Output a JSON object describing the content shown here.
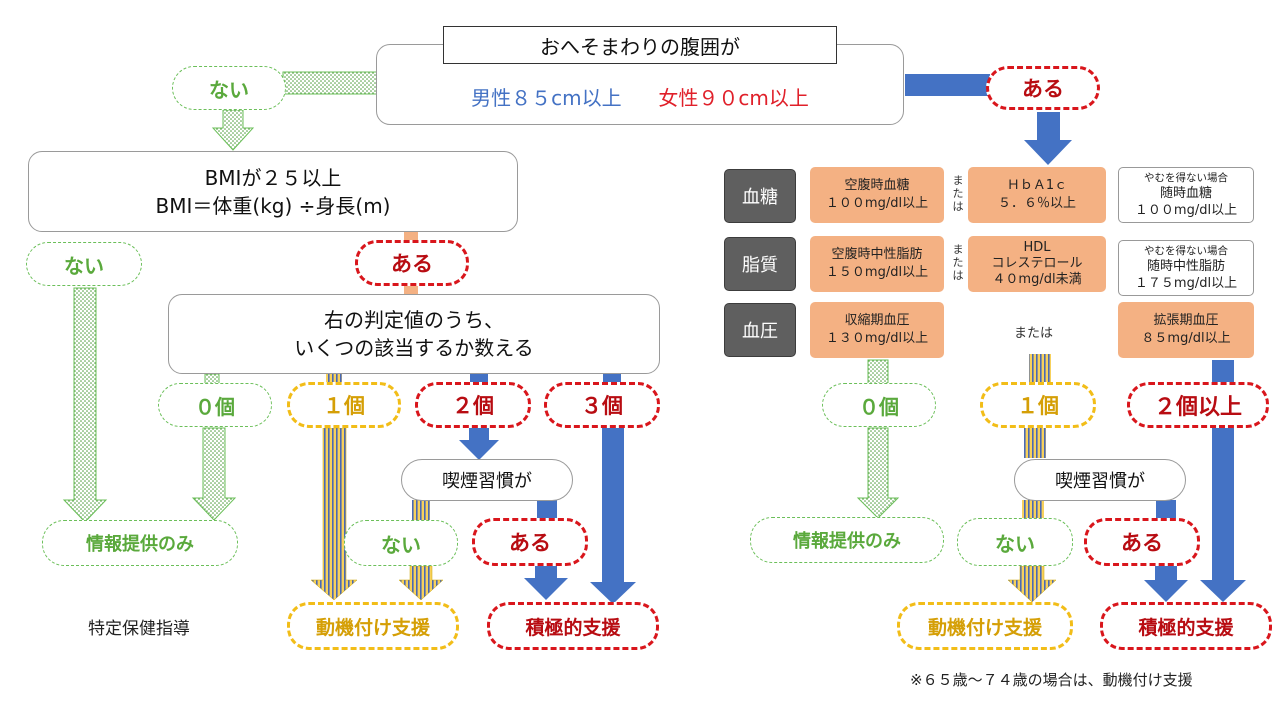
{
  "top": {
    "line1": "おへそまわりの腹囲が",
    "male": "男性８５cm以上",
    "female": "女性９０cm以上",
    "no": "ない",
    "yes": "ある"
  },
  "left": {
    "bmi_line1": "BMIが２５以上",
    "bmi_line2": "BMI＝体重(kg) ÷身長(m)",
    "no": "ない",
    "yes": "ある",
    "count_line1": "右の判定値のうち、",
    "count_line2": "いくつの該当するか数える",
    "c0": "０個",
    "c1": "１個",
    "c2": "２個",
    "c3": "３個",
    "smoke": "喫煙習慣が",
    "smoke_no": "ない",
    "smoke_yes": "ある",
    "info_only": "情報提供のみ",
    "motivation": "動機付け支援",
    "active": "積極的支援",
    "program_name": "特定保健指導"
  },
  "criteria": {
    "blood_sugar": {
      "label": "血糖",
      "a1": "空腹時血糖",
      "a2": "１００mg/dl以上",
      "or": "または",
      "b1": "ＨｂＡ1ｃ",
      "b2": "５．６％以上",
      "c0": "やむを得ない場合",
      "c1": "随時血糖",
      "c2": "１００mg/dl以上"
    },
    "lipid": {
      "label": "脂質",
      "a1": "空腹時中性脂肪",
      "a2": "１５０mg/dl以上",
      "or": "または",
      "b1": "HDL",
      "b2": "コレステロール",
      "b3": "４０mg/dl未満",
      "c0": "やむを得ない場合",
      "c1": "随時中性脂肪",
      "c2": "１７５mg/dl以上"
    },
    "blood_pressure": {
      "label": "血圧",
      "a1": "収縮期血圧",
      "a2": "１３０mg/dl以上",
      "or": "または",
      "c1": "拡張期血圧",
      "c2": "８５mg/dl以上"
    }
  },
  "right": {
    "c0": "０個",
    "c1": "１個",
    "c2plus": "２個以上",
    "smoke": "喫煙習慣が",
    "smoke_no": "ない",
    "smoke_yes": "ある",
    "info_only": "情報提供のみ",
    "motivation": "動機付け支援",
    "active": "積極的支援",
    "note": "※６５歳～７４歳の場合は、動機付け支援"
  },
  "colors": {
    "male": "#4472c4",
    "female": "#e0202a",
    "blue_arrow": "#4472c4",
    "green": "#6bbf59",
    "yellow": "#f2bd18",
    "red": "#d9161c",
    "orange": "#f4b183"
  }
}
